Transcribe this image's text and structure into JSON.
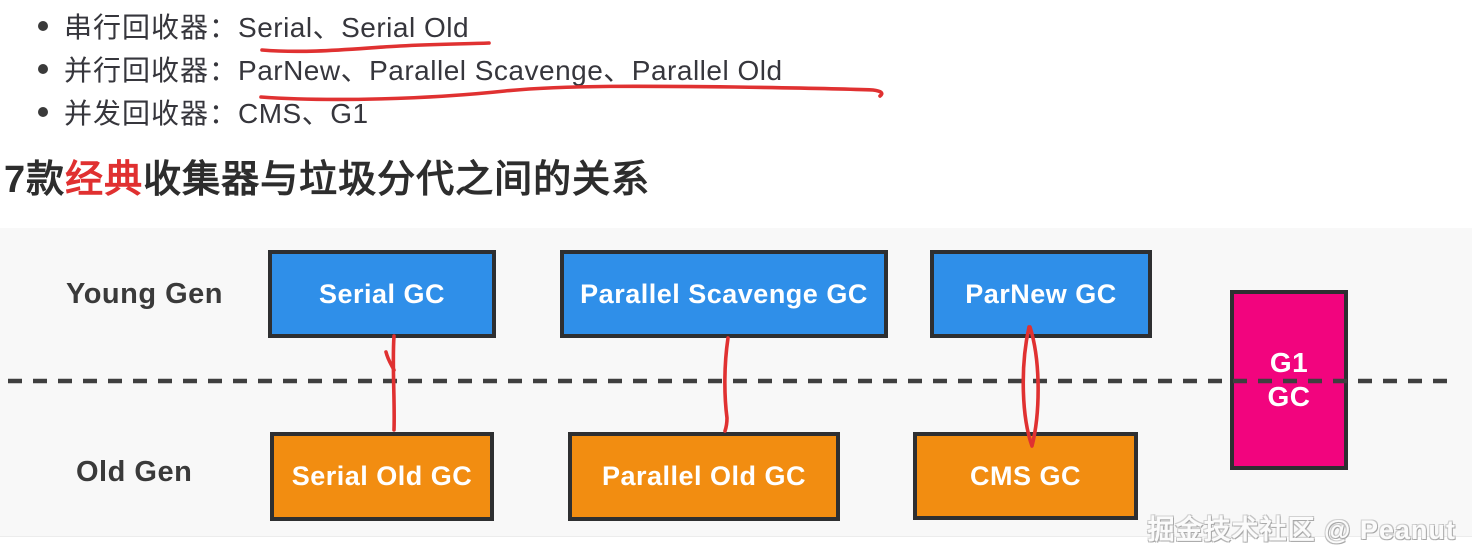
{
  "bullets": [
    {
      "label": "串行回收器：",
      "value": "Serial、Serial Old"
    },
    {
      "label": "并行回收器：",
      "value": "ParNew、Parallel Scavenge、Parallel Old"
    },
    {
      "label": "并发回收器：",
      "value": "CMS、G1"
    }
  ],
  "heading": {
    "prefix": "7款",
    "highlight": "经典",
    "suffix": "收集器与垃圾分代之间的关系"
  },
  "diagram": {
    "young_gen_label": "Young Gen",
    "old_gen_label": "Old Gen",
    "young_boxes": [
      "Serial GC",
      "Parallel Scavenge GC",
      "ParNew GC"
    ],
    "old_boxes": [
      "Serial Old GC",
      "Parallel Old GC",
      "CMS GC"
    ],
    "g1": {
      "line1": "G1",
      "line2": "GC"
    }
  },
  "watermark": "掘金技术社区 @ Peanut",
  "colors": {
    "young_box": "#2f8fe9",
    "old_box": "#f28d11",
    "g1_box": "#f2047e",
    "box_border": "#2e2f31",
    "annotation_red": "#e03131",
    "heading_highlight": "#e03030",
    "text_dark": "#36363c",
    "diagram_bg": "#f8f8f8",
    "dash_color": "#3f3f3f"
  }
}
